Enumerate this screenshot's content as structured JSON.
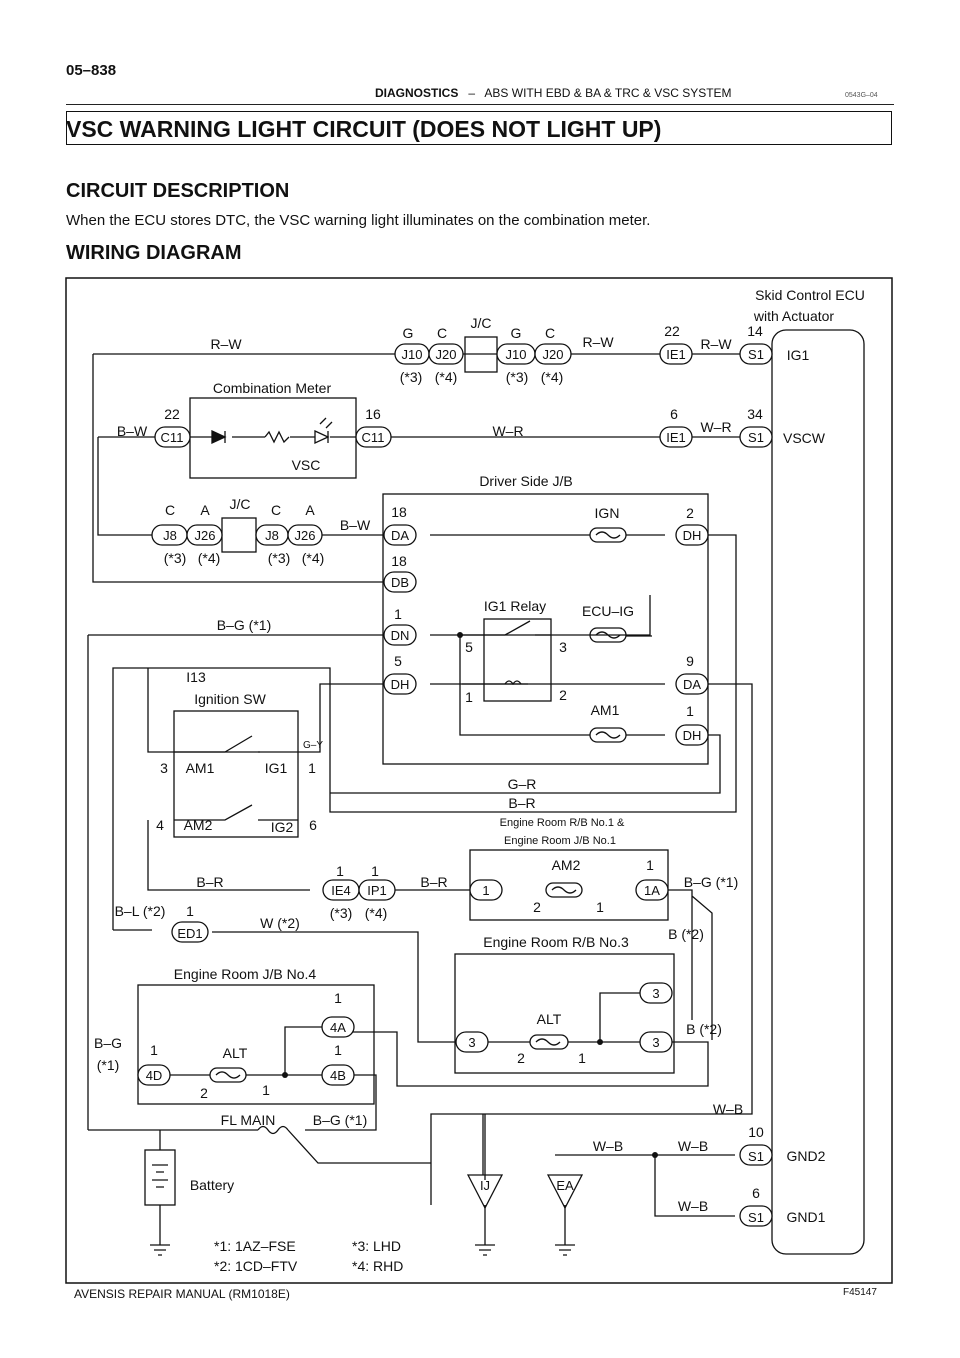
{
  "page": {
    "number": "05–838",
    "header_section": "DIAGNOSTICS",
    "header_dash": "–",
    "header_subsection": "ABS WITH EBD & BA & TRC & VSC SYSTEM",
    "doc_code": "0543G–04",
    "title": "VSC WARNING LIGHT CIRCUIT (DOES NOT LIGHT UP)",
    "circuit_heading": "CIRCUIT DESCRIPTION",
    "circuit_text": "When the ECU stores DTC, the VSC warning light illuminates on the combination meter.",
    "wiring_heading": "WIRING DIAGRAM",
    "footer": "AVENSIS REPAIR MANUAL   (RM1018E)",
    "figure_id": "F45147"
  },
  "diagram": {
    "components": {
      "ecu": "Skid Control ECU",
      "ecu2": "with Actuator",
      "meter": "Combination Meter",
      "vsc": "VSC",
      "jc": "J/C",
      "driver_jb": "Driver Side J/B",
      "ign": "IGN",
      "ig1_relay": "IG1 Relay",
      "ecu_ig": "ECU–IG",
      "am1": "AM1",
      "am2": "AM2",
      "i13": "I13",
      "ignition_sw": "Ignition SW",
      "sw_am1": "AM1",
      "sw_am2": "AM2",
      "sw_ig1": "IG1",
      "sw_ig2": "IG2",
      "eng_rb1": "Engine Room R/B No.1 &",
      "eng_jb1": "Engine Room J/B No.1",
      "eng_rb3": "Engine Room R/B No.3",
      "eng_jb4": "Engine Room J/B No.4",
      "alt": "ALT",
      "fl_main": "FL MAIN",
      "battery": "Battery"
    },
    "ecu_pins": {
      "ig1": "IG1",
      "vscw": "VSCW",
      "gnd2": "GND2",
      "gnd1": "GND1",
      "n14": "14",
      "n34": "34",
      "n10": "10",
      "n6": "6"
    },
    "connectors": {
      "j10": "J10",
      "j20": "J20",
      "j8": "J8",
      "j26": "J26",
      "ie1": "IE1",
      "s1": "S1",
      "c11": "C11",
      "da": "DA",
      "db": "DB",
      "dn": "DN",
      "dh": "DH",
      "ie4": "IE4",
      "ip1": "IP1",
      "ed1": "ED1",
      "c1": "1",
      "c1a": "1A",
      "c3": "3",
      "c4a": "4A",
      "c4b": "4B",
      "c4d": "4D",
      "ij": "IJ",
      "ea": "EA"
    },
    "wires": {
      "rw": "R–W",
      "bw": "B–W",
      "wr": "W–R",
      "bg1": "B–G (*1)",
      "bg": "B–G",
      "p1": "(*1)",
      "gy": "G–Y",
      "gr": "G–R",
      "br": "B–R",
      "bl2": "B–L (*2)",
      "w2": "W (*2)",
      "b2": "B (*2)",
      "wb": "W–B",
      "g": "G",
      "c": "C",
      "a": "A"
    },
    "variants": {
      "v3": "(*3)",
      "v4": "(*4)"
    },
    "pins": {
      "p22": "22",
      "p16": "16",
      "p6": "6",
      "p18": "18",
      "p2": "2",
      "p1": "1",
      "p5": "5",
      "p3": "3",
      "p9": "9",
      "p4": "4",
      "p6b": "6"
    },
    "notes": {
      "n1": "*1: 1AZ–FSE",
      "n2": "*2: 1CD–FTV",
      "n3": "*3: LHD",
      "n4": "*4: RHD"
    }
  }
}
